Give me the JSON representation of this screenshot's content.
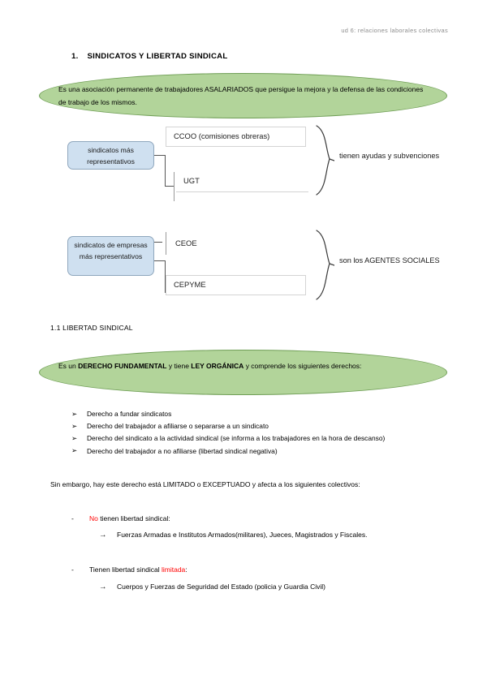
{
  "header": {
    "running_head": "ud 6: relaciones laborales colectivas"
  },
  "section": {
    "number": "1.",
    "title": "SINDICATOS Y LIBERTAD SINDICAL"
  },
  "callout_definition": {
    "text": "Es una asociación permanente de trabajadores ASALARIADOS que persigue la mejora y la defensa de las condiciones de trabajo de los mismos.",
    "fill_color": "#b2d49a",
    "border_color": "#6f9e55"
  },
  "diagram_1": {
    "source_label": "sindicatos más representativos",
    "leaves": [
      {
        "label": "CCOO (comisiones obreras)"
      },
      {
        "label": "UGT"
      }
    ],
    "result_label": "tienen ayudas y subvenciones",
    "box_fill": "#cfe0f0",
    "box_border": "#8fa7bd"
  },
  "diagram_2": {
    "source_label": "sindicatos de empresas más representativos",
    "leaves": [
      {
        "label": "CEOE"
      },
      {
        "label": "CEPYME"
      }
    ],
    "result_label": "son los AGENTES SOCIALES",
    "box_fill": "#cfe0f0",
    "box_border": "#8fa7bd"
  },
  "subsection": {
    "title": "1.1 LIBERTAD SINDICAL"
  },
  "callout_fundamental": {
    "part_1": "Es un ",
    "bold_1": "DERECHO FUNDAMENTAL",
    "part_2": " y tiene ",
    "bold_2": "LEY ORGÁNICA",
    "part_3": " y comprende los siguientes derechos:"
  },
  "rights_list": {
    "bullet_glyph": "➢",
    "items": [
      "Derecho a fundar sindicatos",
      "Derecho del trabajador a afiliarse o separarse a un sindicato",
      "Derecho del sindicato a la actividad sindical (se informa a los trabajadores en la hora de descanso)",
      "Derecho del trabajador a no afiliarse (libertad sindical negativa)"
    ]
  },
  "limitations": {
    "intro": "Sin embargo, hay este derecho está LIMITADO o EXCEPTUADO y afecta a los siguientes colectivos:",
    "dash_glyph": "-",
    "arrow_glyph": "→",
    "group_1": {
      "highlight": "No",
      "rest": " tienen libertad sindical:",
      "detail": "Fuerzas Armadas e Institutos Armados(militares), Jueces, Magistrados y Fiscales."
    },
    "group_2": {
      "prefix": "Tienen libertad sindical ",
      "highlight": "limitada",
      "suffix": ":",
      "detail": "Cuerpos y Fuerzas de Seguridad del Estado (policia y Guardia Civil)"
    },
    "highlight_color": "#ff0000"
  }
}
